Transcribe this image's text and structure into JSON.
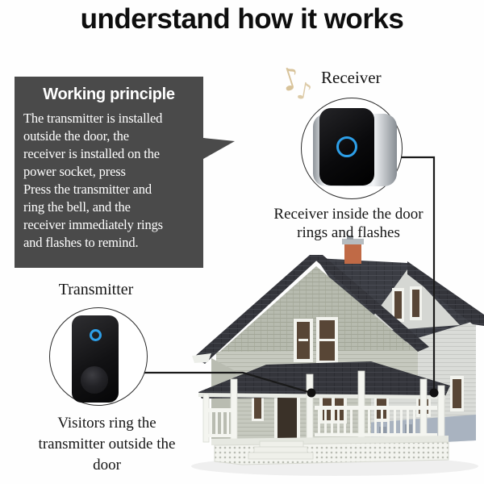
{
  "title": "understand how it works",
  "info_box": {
    "heading": "Working principle",
    "body": "The transmitter is installed\noutside the door, the\nreceiver is installed on the\npower socket, press\nPress the transmitter and\nring the bell, and the\nreceiver immediately rings\nand flashes to remind."
  },
  "receiver": {
    "label": "Receiver",
    "caption": "Receiver inside the door\nrings and flashes",
    "music_note_char": "♪"
  },
  "transmitter": {
    "label": "Transmitter",
    "caption": "Visitors ring the\ntransmitter outside the\ndoor"
  },
  "colors": {
    "info_box_bg": "#4a4a4a",
    "led_blue": "#2d9fe8",
    "music_note": "#d8c39a",
    "roof_dark": "#34353b",
    "gable_siding": "#b7bbaf",
    "right_wall_siding": "#dadcd8",
    "foundation": "#a9b3c0",
    "chimney": "#c06a46",
    "trim_white": "#f2f3ee",
    "connector_line": "#1a1a1a"
  }
}
